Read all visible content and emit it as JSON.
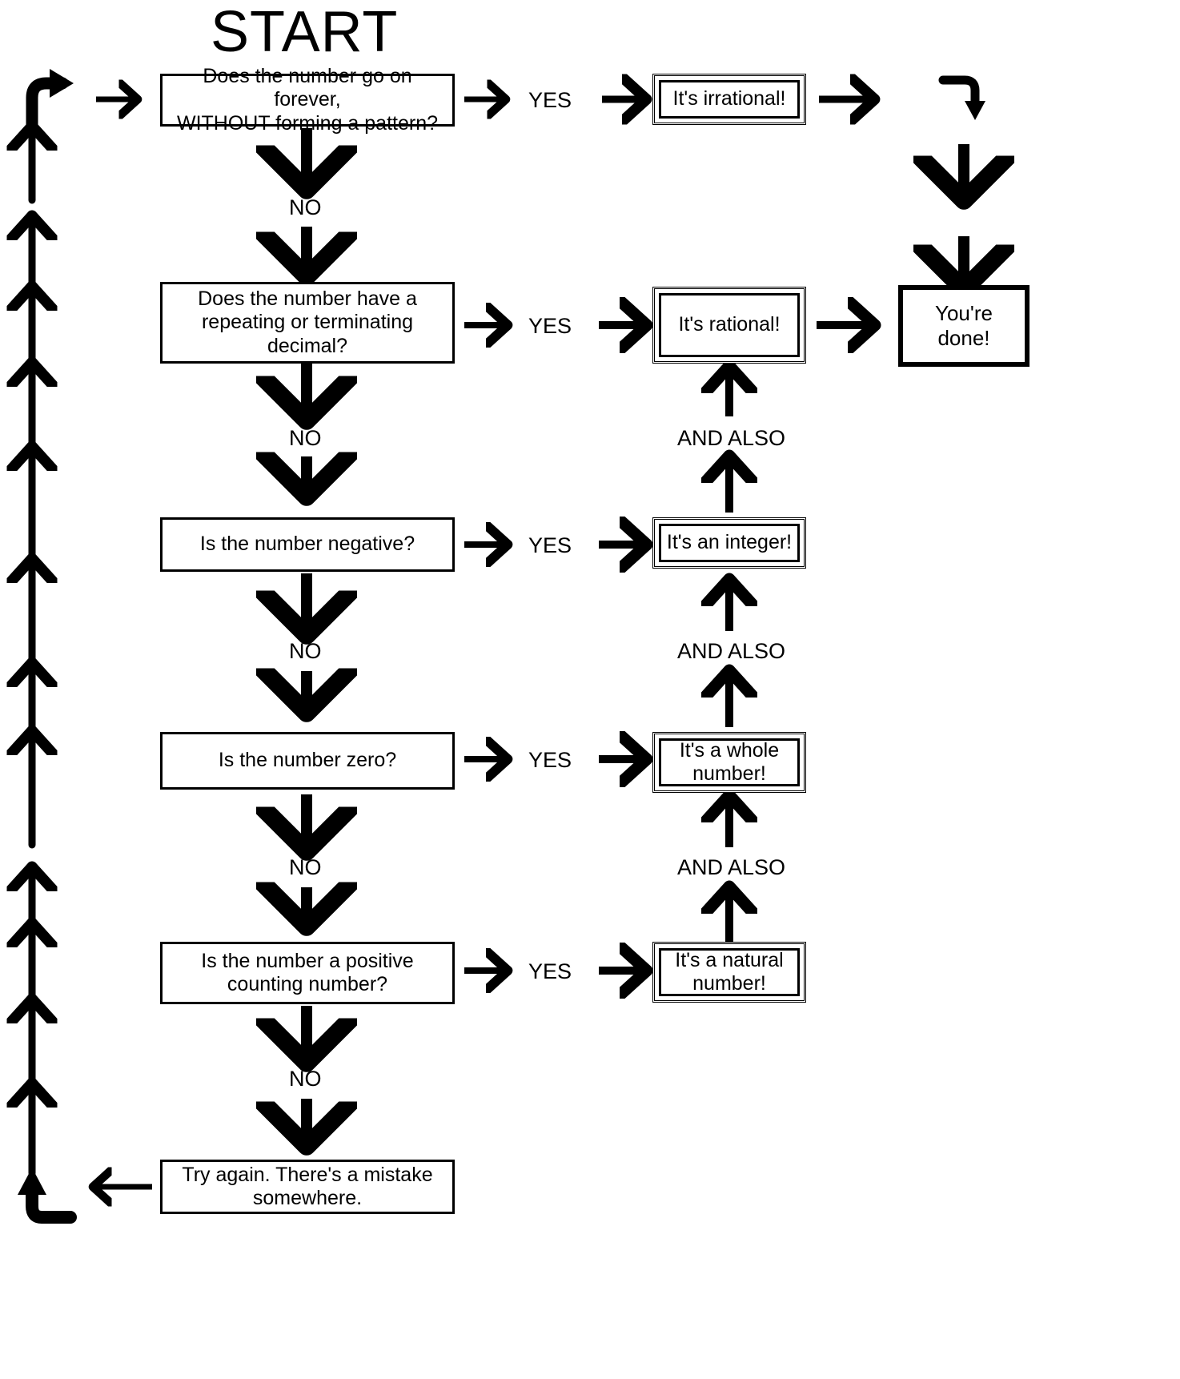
{
  "diagram": {
    "title": "START",
    "type": "flowchart",
    "subject": "Number classification decision tree",
    "questions": [
      {
        "id": "q1",
        "text": "Does the number go on forever, WITHOUT forming a pattern?",
        "line1": "Does the number go on forever,",
        "line2": "WITHOUT forming a pattern?"
      },
      {
        "id": "q2",
        "text": "Does the number have a repeating or terminating decimal?",
        "line1": "Does the number have a",
        "line2": "repeating or terminating",
        "line3": "decimal?"
      },
      {
        "id": "q3",
        "text": "Is the number negative?",
        "line1": "Is the number negative?"
      },
      {
        "id": "q4",
        "text": "Is the number zero?",
        "line1": "Is the number zero?"
      },
      {
        "id": "q5",
        "text": "Is the number a positive counting number?",
        "line1": "Is the number a positive",
        "line2": "counting number?"
      }
    ],
    "results": [
      {
        "id": "r1",
        "text": "It's irrational!",
        "line1": "It's irrational!"
      },
      {
        "id": "r2",
        "text": "It's rational!",
        "line1": "It's rational!"
      },
      {
        "id": "r3",
        "text": "It's an integer!",
        "line1": "It's an integer!"
      },
      {
        "id": "r4",
        "text": "It's a whole number!",
        "line1": "It's a whole",
        "line2": "number!"
      },
      {
        "id": "r5",
        "text": "It's a natural number!",
        "line1": "It's a natural",
        "line2": "number!"
      }
    ],
    "terminal": {
      "id": "done",
      "text": "You're done!"
    },
    "failure": {
      "id": "retry",
      "text": "Try again.  There's a mistake somewhere.",
      "line1": "Try again.  There's a mistake",
      "line2": "somewhere."
    },
    "edge_labels": {
      "yes": "YES",
      "no": "NO",
      "and_also": "AND ALSO"
    },
    "yes_labels": [
      "YES",
      "YES",
      "YES",
      "YES",
      "YES"
    ],
    "no_labels": [
      "NO",
      "NO",
      "NO",
      "NO",
      "NO"
    ],
    "and_also_labels": [
      "AND ALSO",
      "AND ALSO",
      "AND ALSO"
    ],
    "colors": {
      "stroke": "#000000",
      "background": "#ffffff"
    }
  }
}
